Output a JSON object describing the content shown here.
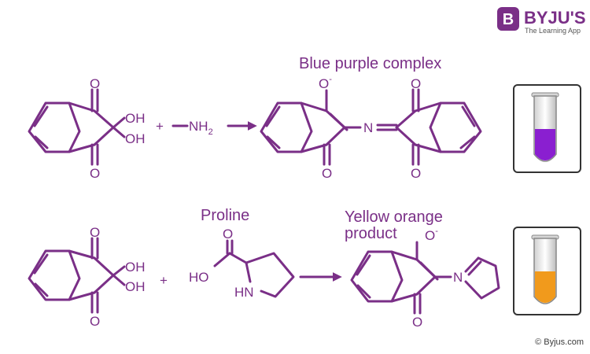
{
  "brand": {
    "badge_letter": "B",
    "name": "BYJU'S",
    "tagline": "The Learning App",
    "badge_color": "#7a2f87"
  },
  "accent_color": "#7a2f87",
  "reaction1": {
    "label": "Blue purple complex",
    "reagent_amine": "NH",
    "amine_subscript": "2",
    "tube_color": "#8a1fd0"
  },
  "reaction2": {
    "reagent_label": "Proline",
    "product_label_line1": "Yellow orange",
    "product_label_line2": "product",
    "tube_color": "#f19a1c"
  },
  "atoms": {
    "oxygen": "O",
    "oxide": "O",
    "charge": "-",
    "hydroxyl": "OH",
    "hydroxyl_left": "HO",
    "nitrogen": "N",
    "imine_h": "HN",
    "plus": "+"
  },
  "copyright": "© Byjus.com"
}
